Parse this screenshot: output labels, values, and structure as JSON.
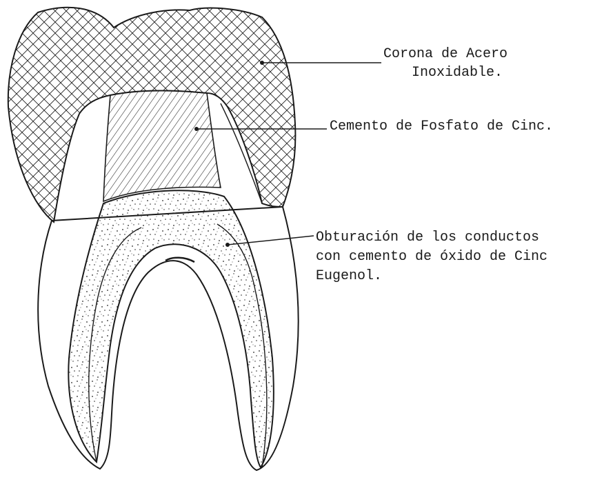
{
  "labels": {
    "crown_line1": "Corona de Acero",
    "crown_line2": "Inoxidable.",
    "cement": "Cemento de Fosfato de Cinc.",
    "filling_line1": "Obturación de los conductos",
    "filling_line2": "con cemento de óxido de Cinc",
    "filling_line3": "Eugenol."
  },
  "colors": {
    "ink": "#1a1a1a",
    "background": "#ffffff"
  }
}
